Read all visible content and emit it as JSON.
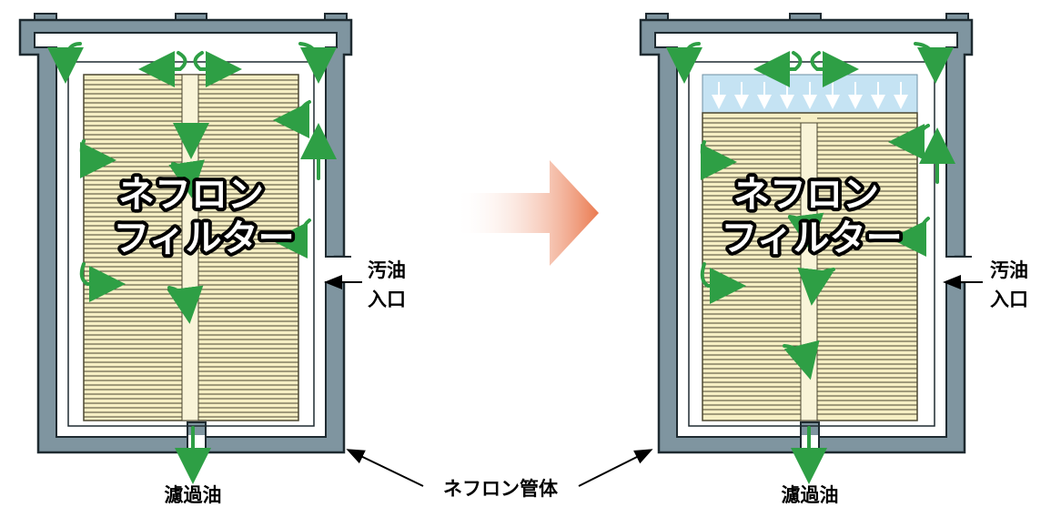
{
  "labels": {
    "filter_line1": "ネフロン",
    "filter_line2": "フィルター",
    "inlet_line1": "汚油",
    "inlet_line2": "入口",
    "outlet": "濾過油",
    "housing": "ネフロン管体"
  },
  "colors": {
    "housing": "#7f95a0",
    "housing_edge": "#1e2a30",
    "filter_fill": "#f6efc4",
    "pleat_line": "#4a4630",
    "flow_arrow": "#2e9f45",
    "process_arrow": "#ea7a50",
    "sludge": "#c5e3f3",
    "label_fill": "#ffffff",
    "label_stroke": "#000000"
  }
}
